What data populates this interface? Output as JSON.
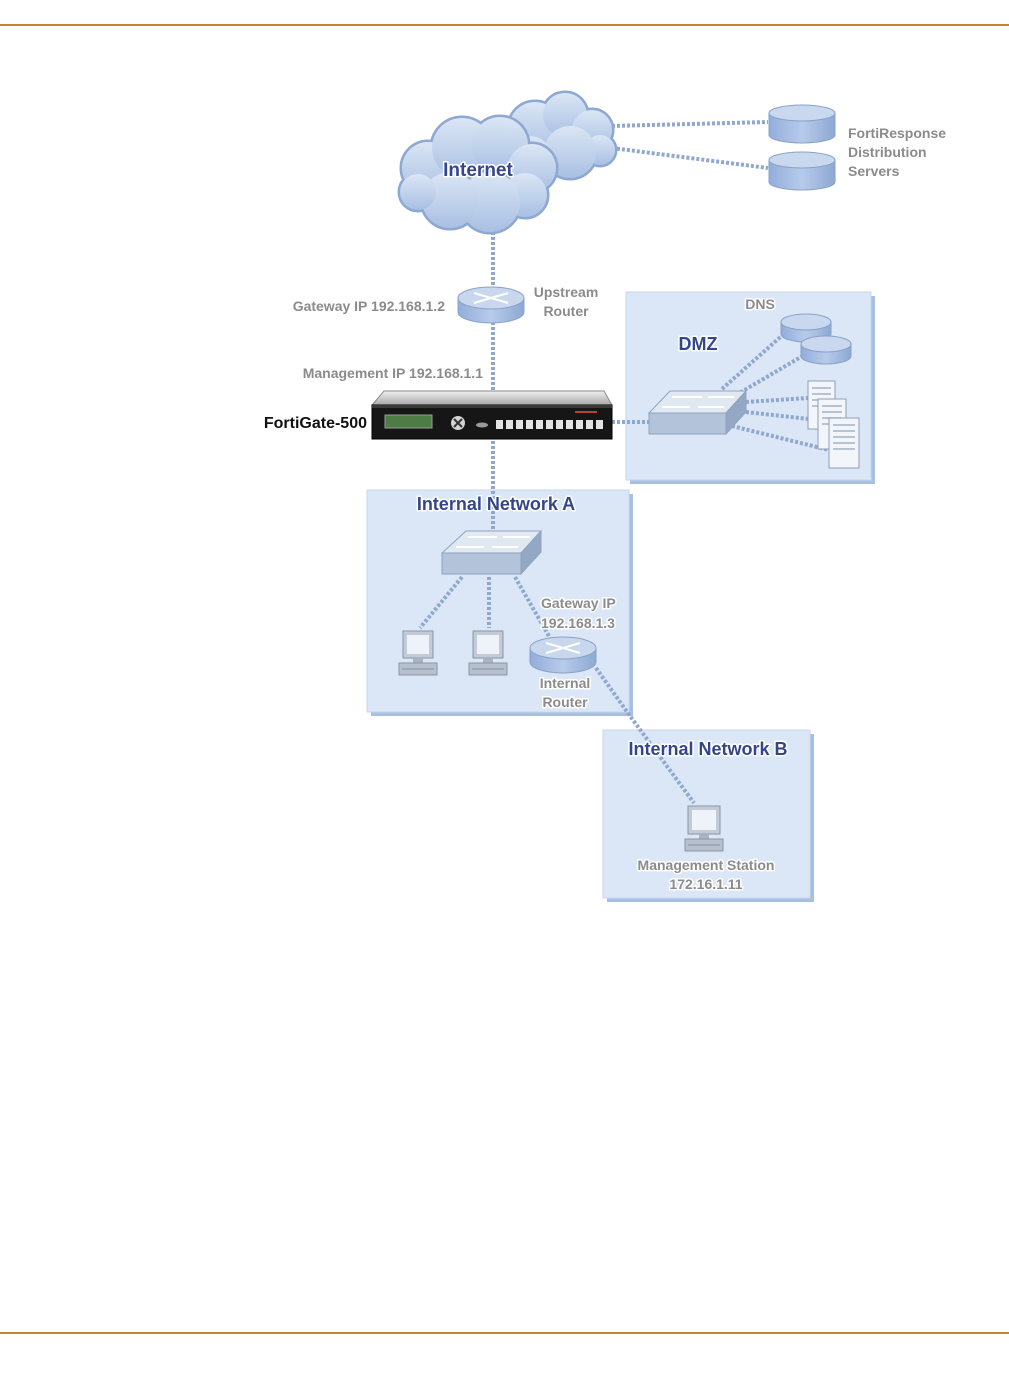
{
  "diagram": {
    "internet": {
      "label": "Internet"
    },
    "distribution_servers": {
      "label_lines": [
        "FortiResponse",
        "Distribution",
        "Servers"
      ]
    },
    "upstream_router": {
      "label_lines": [
        "Upstream",
        "Router"
      ],
      "gateway_ip": "Gateway IP 192.168.1.2"
    },
    "fortigate": {
      "label": "FortiGate-500",
      "management_ip": "Management IP 192.168.1.1"
    },
    "dmz": {
      "title": "DMZ",
      "dns_label": "DNS"
    },
    "internal_network_a": {
      "title": "Internal Network A",
      "gateway_ip_lines": [
        "Gateway IP",
        "192.168.1.3"
      ],
      "router_label_lines": [
        "Internal",
        "Router"
      ]
    },
    "internal_network_b": {
      "title": "Internal Network B",
      "station_label_lines": [
        "Management Station",
        "172.16.1.11"
      ]
    }
  },
  "colors": {
    "page_rule": "#c8842c",
    "zone_fill": "#dbe7f6",
    "title_text": "#34458a",
    "label_text": "#8b8b8b",
    "link": "#8fa8d0"
  }
}
